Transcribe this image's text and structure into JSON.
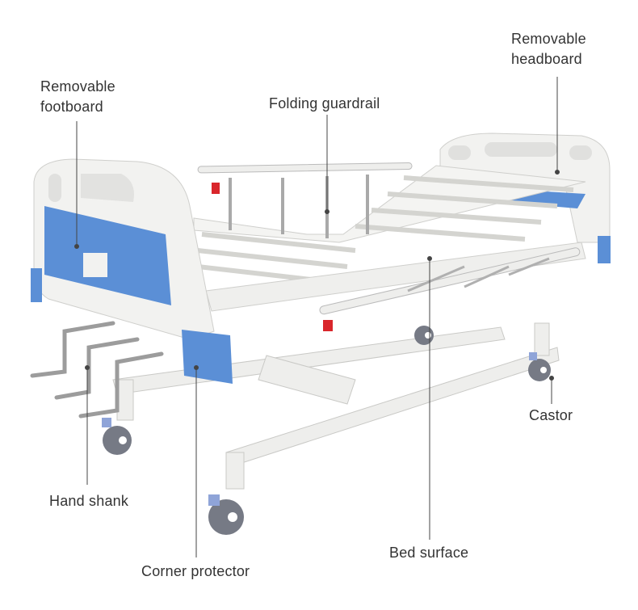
{
  "labels": {
    "footboard": "Removable\nfootboard",
    "guardrail": "Folding guardrail",
    "headboard": "Removable\nheadboard",
    "castor": "Castor",
    "hand_shank": "Hand shank",
    "corner_protector": "Corner protector",
    "bed_surface": "Bed surface"
  },
  "colors": {
    "panel_blue": "#5b8fd6",
    "frame_white": "#f1f1ef",
    "handle_red": "#d9262b",
    "text": "#333333"
  }
}
